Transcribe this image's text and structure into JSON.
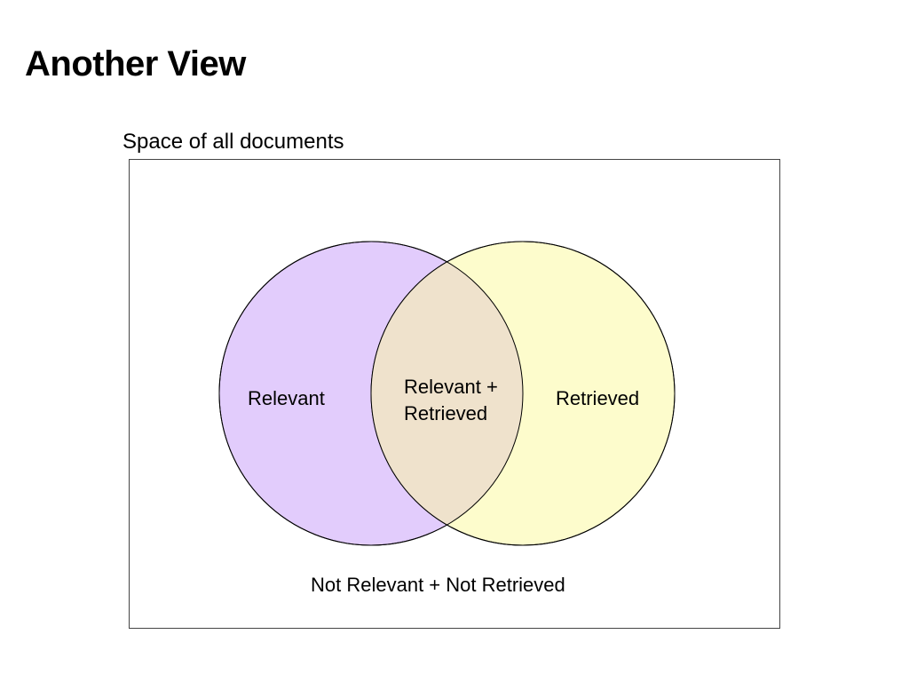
{
  "slide": {
    "title": "Another View"
  },
  "diagram": {
    "space_label": "Space of all documents",
    "relevant_label": "Relevant",
    "intersection_label_line1": "Relevant +",
    "intersection_label_line2": "Retrieved",
    "retrieved_label": "Retrieved",
    "outside_label": "Not Relevant + Not Retrieved",
    "colors": {
      "relevant_fill": "#e2ccfc",
      "retrieved_fill": "#fdfccc",
      "intersection_fill": "#efe2cc",
      "stroke": "#000000"
    }
  }
}
